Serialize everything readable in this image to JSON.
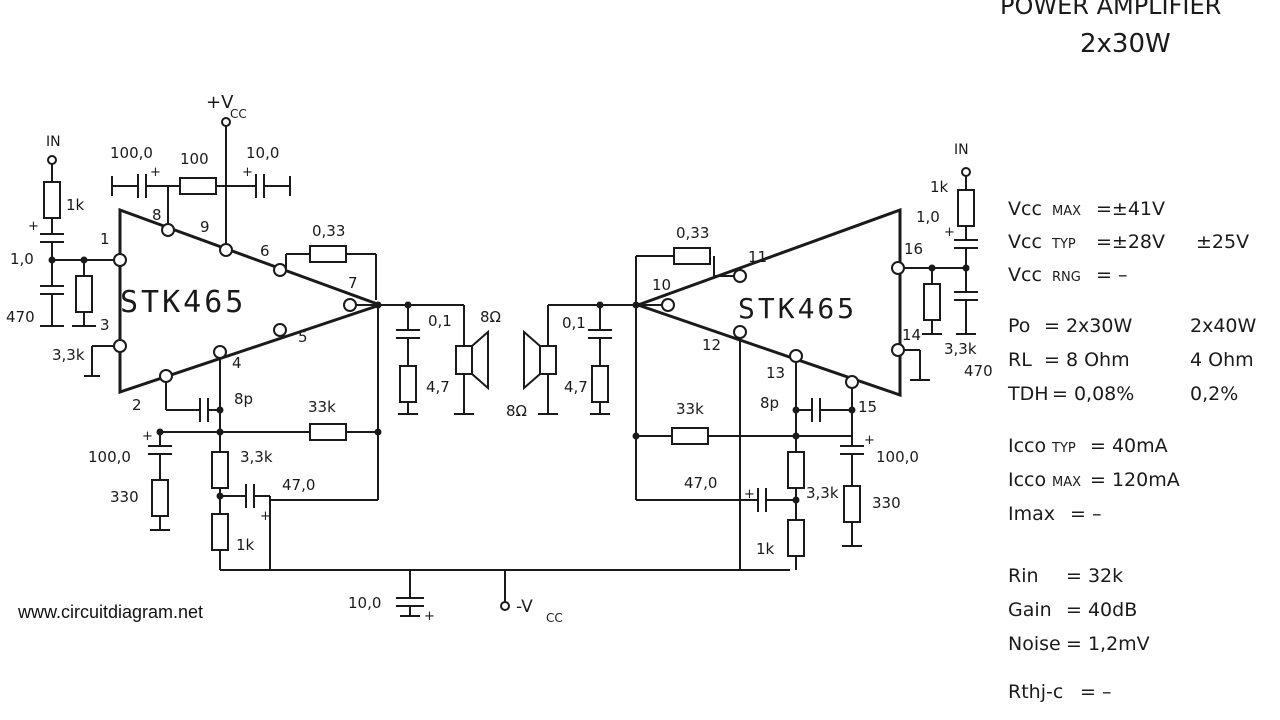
{
  "title": {
    "line1": "POWER AMPLIFIER",
    "line2": "2x30W"
  },
  "watermark": "www.circuitdiagram.net",
  "supply": {
    "pos_label": "+V",
    "pos_sub": "CC",
    "neg_label": "-V",
    "neg_sub": "CC",
    "ground_cap": "10,0"
  },
  "left": {
    "chip": "STK465",
    "input_label": "IN",
    "pins": [
      "1",
      "2",
      "3",
      "4",
      "5",
      "6",
      "7",
      "8",
      "9"
    ],
    "parts": {
      "r_in": "1k",
      "c_in": "1,0",
      "r_470": "470",
      "r_33k_gnd": "3,3k",
      "c_top_left": "100,0",
      "r_top": "100",
      "c_top_right": "10,0",
      "r_033": "0,33",
      "c_01": "0,1",
      "r_47": "4,7",
      "speaker": "8Ω",
      "c_8p": "8p",
      "r_fb": "33k",
      "c_100": "100,0",
      "r_330": "330",
      "r_33k_mid": "3,3k",
      "c_47": "47,0",
      "r_1k_bottom": "1k"
    }
  },
  "right": {
    "chip": "STK465",
    "input_label": "IN",
    "pins": [
      "10",
      "11",
      "12",
      "13",
      "14",
      "15",
      "16"
    ],
    "parts": {
      "r_in": "1k",
      "c_in": "1,0",
      "r_470": "470",
      "r_33k_gnd": "3,3k",
      "r_033": "0,33",
      "c_01": "0,1",
      "r_47": "4,7",
      "speaker": "8Ω",
      "c_8p": "8p",
      "r_fb": "33k",
      "c_100": "100,0",
      "r_330": "330",
      "r_33k_mid": "3,3k",
      "c_47": "47,0",
      "r_1k_bottom": "1k"
    }
  },
  "specs": {
    "vcc_max": {
      "label": "Vcc",
      "sub": "MAX",
      "value": "=±41V",
      "alt": ""
    },
    "vcc_typ": {
      "label": "Vcc",
      "sub": "TYP",
      "value": "=±28V",
      "alt": "±25V"
    },
    "vcc_rng": {
      "label": "Vcc",
      "sub": "RNG",
      "value": "= –",
      "alt": ""
    },
    "po": {
      "label": "Po",
      "value": "=  2x30W",
      "alt": "2x40W"
    },
    "rl": {
      "label": "RL",
      "value": "=  8 Ohm",
      "alt": "4  Ohm"
    },
    "tdh": {
      "label": "TDH",
      "value": "=  0,08%",
      "alt": "0,2%"
    },
    "icco_typ": {
      "label": "Icco",
      "sub": "TYP",
      "value": "= 40mA"
    },
    "icco_max": {
      "label": "Icco",
      "sub": "MAX",
      "value": "= 120mA"
    },
    "imax": {
      "label": "Imax",
      "value": "=     –"
    },
    "rin": {
      "label": "Rin",
      "value": "=  32k"
    },
    "gain": {
      "label": "Gain",
      "value": "=  40dB"
    },
    "noise": {
      "label": "Noise",
      "value": "=  1,2mV"
    },
    "rthj": {
      "label": "Rthj-c",
      "value": "=   –"
    }
  }
}
